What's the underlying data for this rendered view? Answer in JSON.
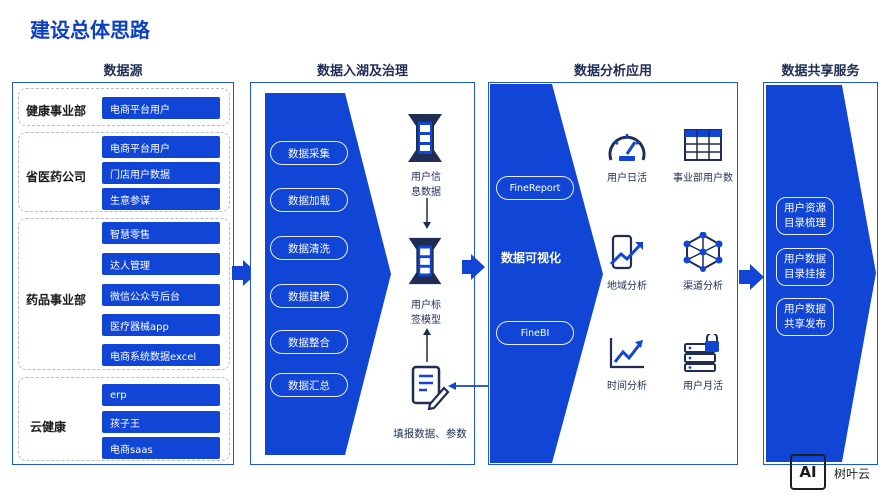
{
  "title": "建设总体思路",
  "columns": {
    "sources": "数据源",
    "lake": "数据入湖及治理",
    "analysis": "数据分析应用",
    "sharing": "数据共享服务"
  },
  "sources": {
    "groups": [
      {
        "label": "健康事业部",
        "items": [
          "电商平台用户"
        ]
      },
      {
        "label": "省医药公司",
        "items": [
          "电商平台用户",
          "门店用户数据",
          "生意参谋"
        ]
      },
      {
        "label": "药品事业部",
        "items": [
          "智慧零售",
          "达人管理",
          "微信公众号后台",
          "医疗器械app",
          "电商系统数据excel"
        ]
      },
      {
        "label": "云健康",
        "items": [
          "erp",
          "孩子王",
          "电商saas"
        ]
      }
    ]
  },
  "lake": {
    "steps": [
      "数据采集",
      "数据加载",
      "数据清洗",
      "数据建模",
      "数据整合",
      "数据汇总"
    ],
    "user_info": "用户信\n息数据",
    "user_tags": "用户标\n签模型",
    "fill_in": "填报数据、参数"
  },
  "analysis": {
    "center": "数据可视化",
    "tools": [
      "FineReport",
      "FineBI"
    ],
    "items": [
      {
        "label": "用户日活",
        "icon": "speedometer-icon"
      },
      {
        "label": "事业部用户数",
        "icon": "table-icon"
      },
      {
        "label": "地域分析",
        "icon": "mobile-trend-icon"
      },
      {
        "label": "渠道分析",
        "icon": "network-icon"
      },
      {
        "label": "时间分析",
        "icon": "line-chart-icon"
      },
      {
        "label": "用户月活",
        "icon": "server-lock-icon"
      }
    ]
  },
  "sharing": {
    "items": [
      "用户资源\n目录梳理",
      "用户数据\n目录挂接",
      "用户数据\n共享发布"
    ]
  },
  "logo": {
    "mark": "AI",
    "text": "树叶云"
  },
  "colors": {
    "primary": "#1145d6",
    "border": "#1e54e6",
    "title": "#0b3fc4"
  }
}
